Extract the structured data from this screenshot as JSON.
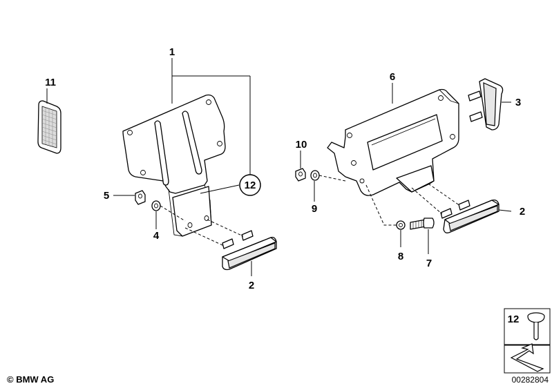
{
  "callouts": {
    "c1": "1",
    "c2a": "2",
    "c2b": "2",
    "c3": "3",
    "c4": "4",
    "c5": "5",
    "c6": "6",
    "c7": "7",
    "c8": "8",
    "c9": "9",
    "c10": "10",
    "c11": "11",
    "c12": "12",
    "c12_legend": "12"
  },
  "footer": {
    "copyright": "© BMW AG",
    "diagram_number": "00282804"
  },
  "icons": {
    "legend_part": "push-rivet-icon",
    "navigation": "arrow-corner-icon"
  }
}
